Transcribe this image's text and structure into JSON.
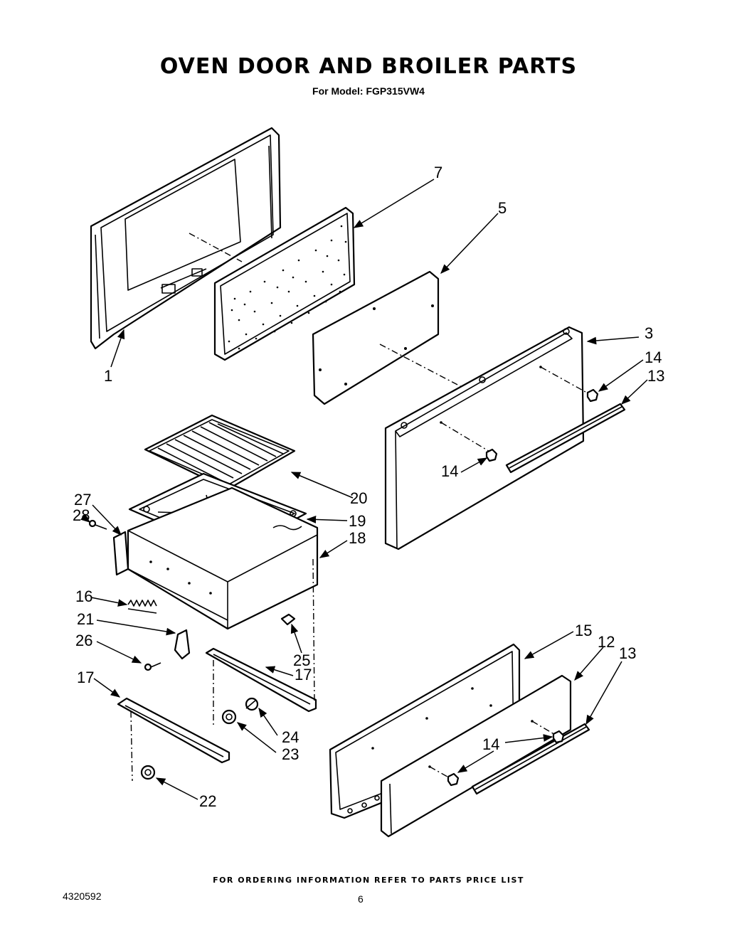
{
  "header": {
    "title": "OVEN DOOR AND BROILER PARTS",
    "subtitle": "For Model: FGP315VW4"
  },
  "footer": {
    "note": "FOR ORDERING INFORMATION REFER TO PARTS PRICE LIST",
    "doc_number": "4320592",
    "page_number": "6"
  },
  "callouts": [
    {
      "id": "1",
      "text": "1"
    },
    {
      "id": "7",
      "text": "7"
    },
    {
      "id": "5",
      "text": "5"
    },
    {
      "id": "3",
      "text": "3"
    },
    {
      "id": "14a",
      "text": "14"
    },
    {
      "id": "13a",
      "text": "13"
    },
    {
      "id": "14b",
      "text": "14"
    },
    {
      "id": "20",
      "text": "20"
    },
    {
      "id": "19",
      "text": "19"
    },
    {
      "id": "18",
      "text": "18"
    },
    {
      "id": "27",
      "text": "27"
    },
    {
      "id": "28",
      "text": "28"
    },
    {
      "id": "16",
      "text": "16"
    },
    {
      "id": "21",
      "text": "21"
    },
    {
      "id": "26",
      "text": "26"
    },
    {
      "id": "25",
      "text": "25"
    },
    {
      "id": "17a",
      "text": "17"
    },
    {
      "id": "17b",
      "text": "17"
    },
    {
      "id": "24",
      "text": "24"
    },
    {
      "id": "23",
      "text": "23"
    },
    {
      "id": "22",
      "text": "22"
    },
    {
      "id": "15",
      "text": "15"
    },
    {
      "id": "12",
      "text": "12"
    },
    {
      "id": "13b",
      "text": "13"
    },
    {
      "id": "14c",
      "text": "14"
    }
  ]
}
